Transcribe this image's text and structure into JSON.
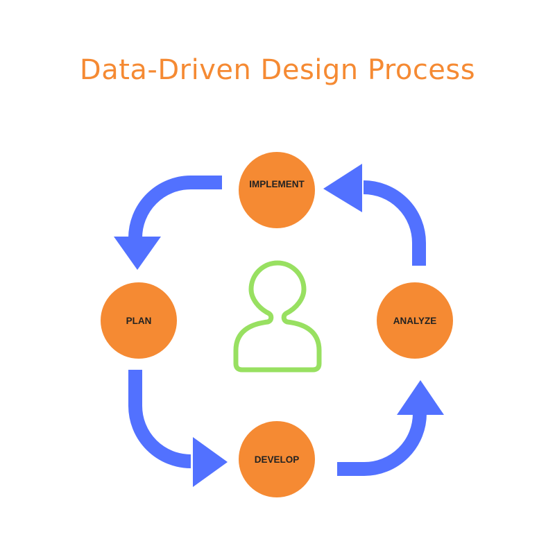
{
  "title": "Data-Driven Design Process",
  "colors": {
    "title": "#f58a33",
    "node": "#f58a33",
    "arrow": "#5271ff",
    "person": "#98e061",
    "label": "#222222"
  },
  "nodes": {
    "implement": "IMPLEMENT",
    "plan": "PLAN",
    "analyze": "ANALYZE",
    "develop": "DEVELOP"
  },
  "center_icon": "person-icon"
}
